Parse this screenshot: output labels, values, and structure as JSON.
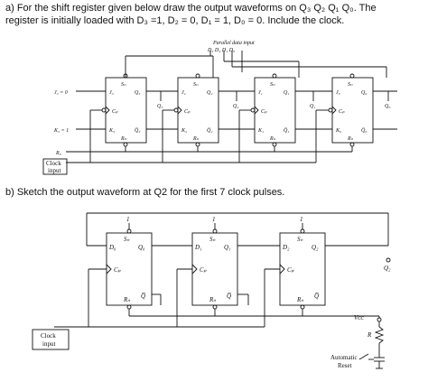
{
  "question_a": {
    "line1": "a) For the shift register given below draw the output waveforms on Q₃ Q₂ Q₁ Q₀. The",
    "line2": "register is initially loaded with D₃ =1, D₂ = 0, D₁ = 1, D₀ = 0. Include the clock."
  },
  "question_b": "b) Sketch the output waveform at Q2 for the first 7 clock pulses.",
  "circuit_a": {
    "parallel_input_label": "Parallel data input",
    "parallel_input_pins": "D₃  D₂  D₁  D₀",
    "j_input": "J₃ = 0",
    "k_input": "K₃ = 1",
    "reset": "R₀",
    "clock_box": [
      "Clock",
      "input"
    ],
    "flipflops": [
      {
        "sd": "Sₙ",
        "j": "J₃",
        "k": "K₃",
        "q": "Q₃",
        "qbar": "Q̅₃",
        "rd": "Rₙ",
        "c": "Cₚ"
      },
      {
        "sd": "Sₙ",
        "j": "J₂",
        "k": "K₂",
        "q": "Q₂",
        "qbar": "Q̅₂",
        "rd": "Rₙ",
        "c": "Cₚ"
      },
      {
        "sd": "Sₙ",
        "j": "J₁",
        "k": "K₁",
        "q": "Q₁",
        "qbar": "Q̅₁",
        "rd": "Rₙ",
        "c": "Cₚ"
      },
      {
        "sd": "Sₙ",
        "j": "J₀",
        "k": "K₀",
        "q": "Q₀",
        "qbar": "Q̅₀",
        "rd": "Rₙ",
        "c": "Cₚ"
      }
    ],
    "taps": [
      "Q₃",
      "Q₂",
      "Q₁",
      "Q₀"
    ]
  },
  "circuit_b": {
    "vcc_label": "Vᴄᴄ",
    "r_label": "R",
    "one": "1",
    "clock_box": [
      "Clock",
      "input"
    ],
    "auto_reset": [
      "Automatic",
      "Reset"
    ],
    "flipflops": [
      {
        "d": "D₀",
        "q": "Q₀",
        "sd": "Sₙ",
        "rd": "Rₙ",
        "c": "Cₚ",
        "qbar": "Q̅"
      },
      {
        "d": "D₁",
        "q": "Q₁",
        "sd": "Sₙ",
        "rd": "Rₙ",
        "c": "Cₚ",
        "qbar": "Q̅"
      },
      {
        "d": "D₂",
        "q": "Q₂",
        "sd": "Sₙ",
        "rd": "Rₙ",
        "c": "Cₚ",
        "qbar": "Q̅"
      }
    ],
    "output_label": "Q₂"
  }
}
